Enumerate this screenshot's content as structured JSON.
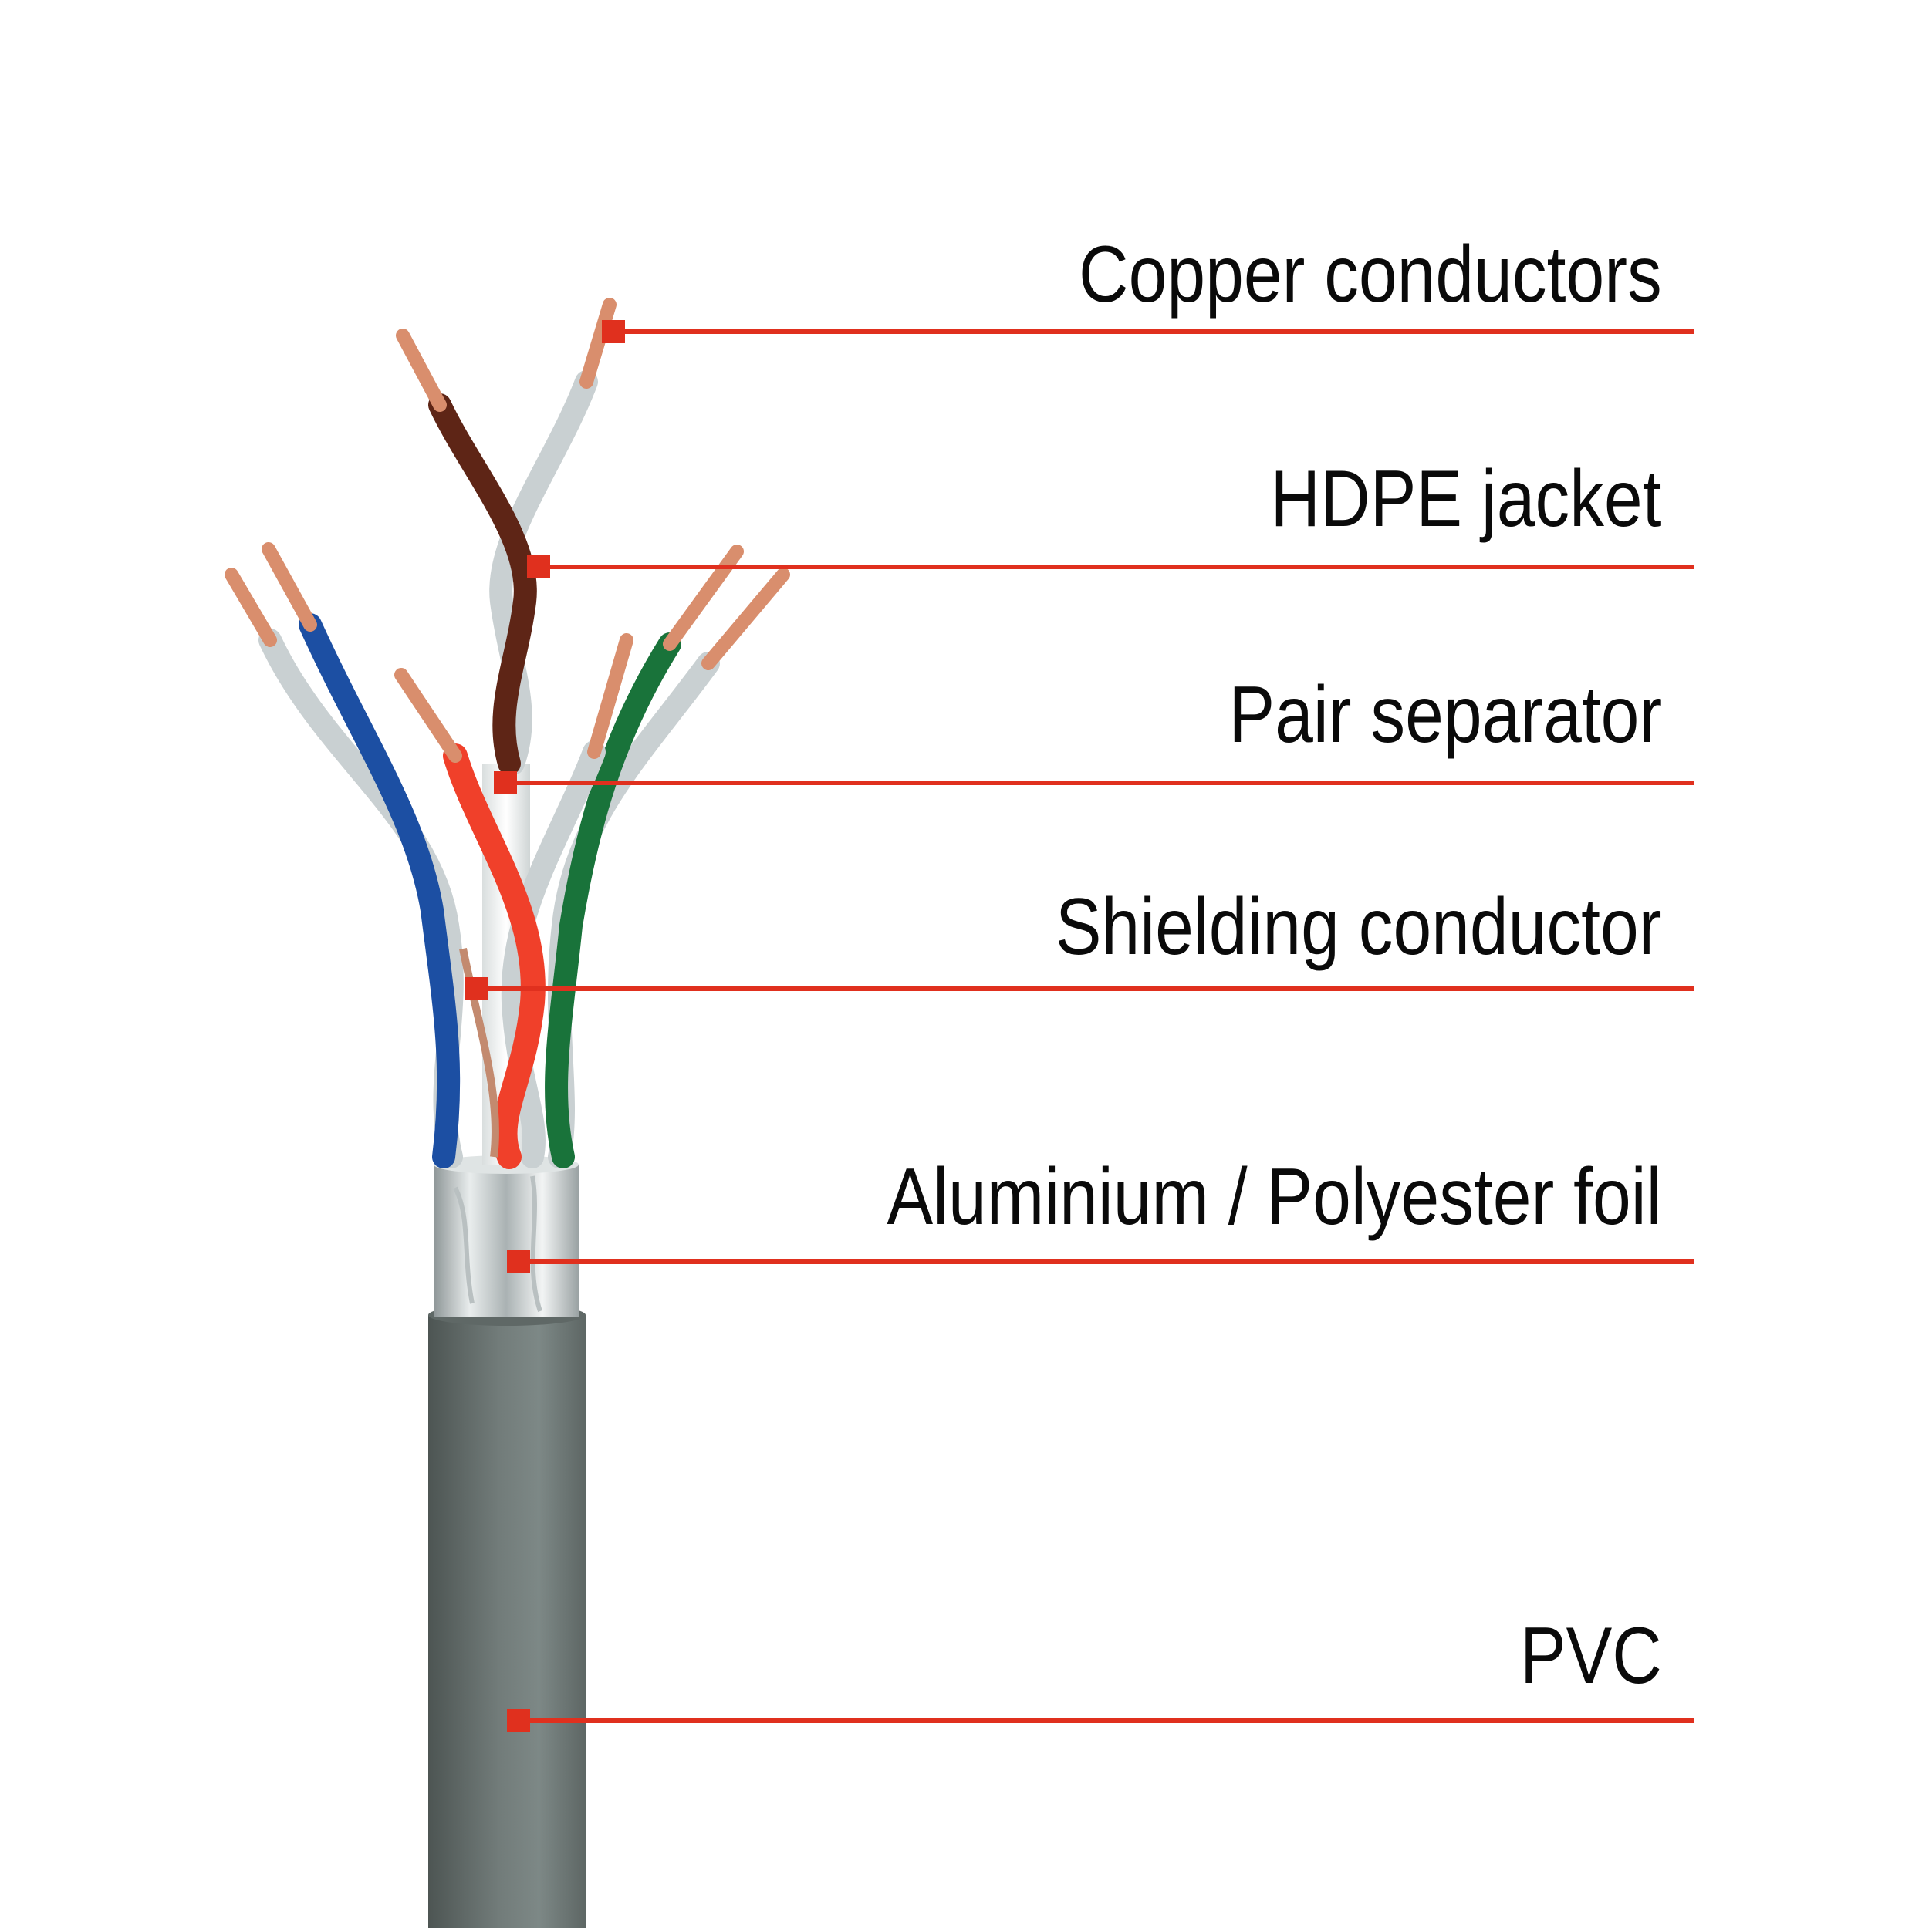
{
  "diagram": {
    "leader_color": "#e0301e",
    "callouts": [
      {
        "id": "copper",
        "label": "Copper conductors"
      },
      {
        "id": "hdpe",
        "label": "HDPE jacket"
      },
      {
        "id": "separator",
        "label": "Pair separator"
      },
      {
        "id": "shield",
        "label": "Shielding conductor"
      },
      {
        "id": "foil",
        "label": "Aluminium / Polyester foil"
      },
      {
        "id": "pvc",
        "label": "PVC"
      }
    ]
  },
  "wire_colors": {
    "copper": "#d98e6d",
    "brown": "#5e2516",
    "blue": "#1c4fa3",
    "green": "#19733a",
    "orange": "#f0402a",
    "white": "#d4dadb",
    "jacket": "#6e7876",
    "foil": "#c8cecf"
  }
}
